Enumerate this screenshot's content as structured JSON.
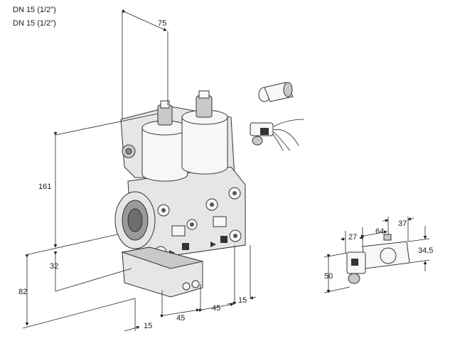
{
  "titles": [
    "DN 15 (1/2\")",
    "DN 15 (1/2\")"
  ],
  "dimensions": {
    "d75": "75",
    "d161": "161",
    "d32": "32",
    "d82": "82",
    "d15_bottom": "15",
    "d45_a": "45",
    "d45_b": "45",
    "d15_right": "15",
    "d27": "27",
    "d64": "64",
    "d37": "37",
    "d34_5": "34,5",
    "d50": "50"
  }
}
